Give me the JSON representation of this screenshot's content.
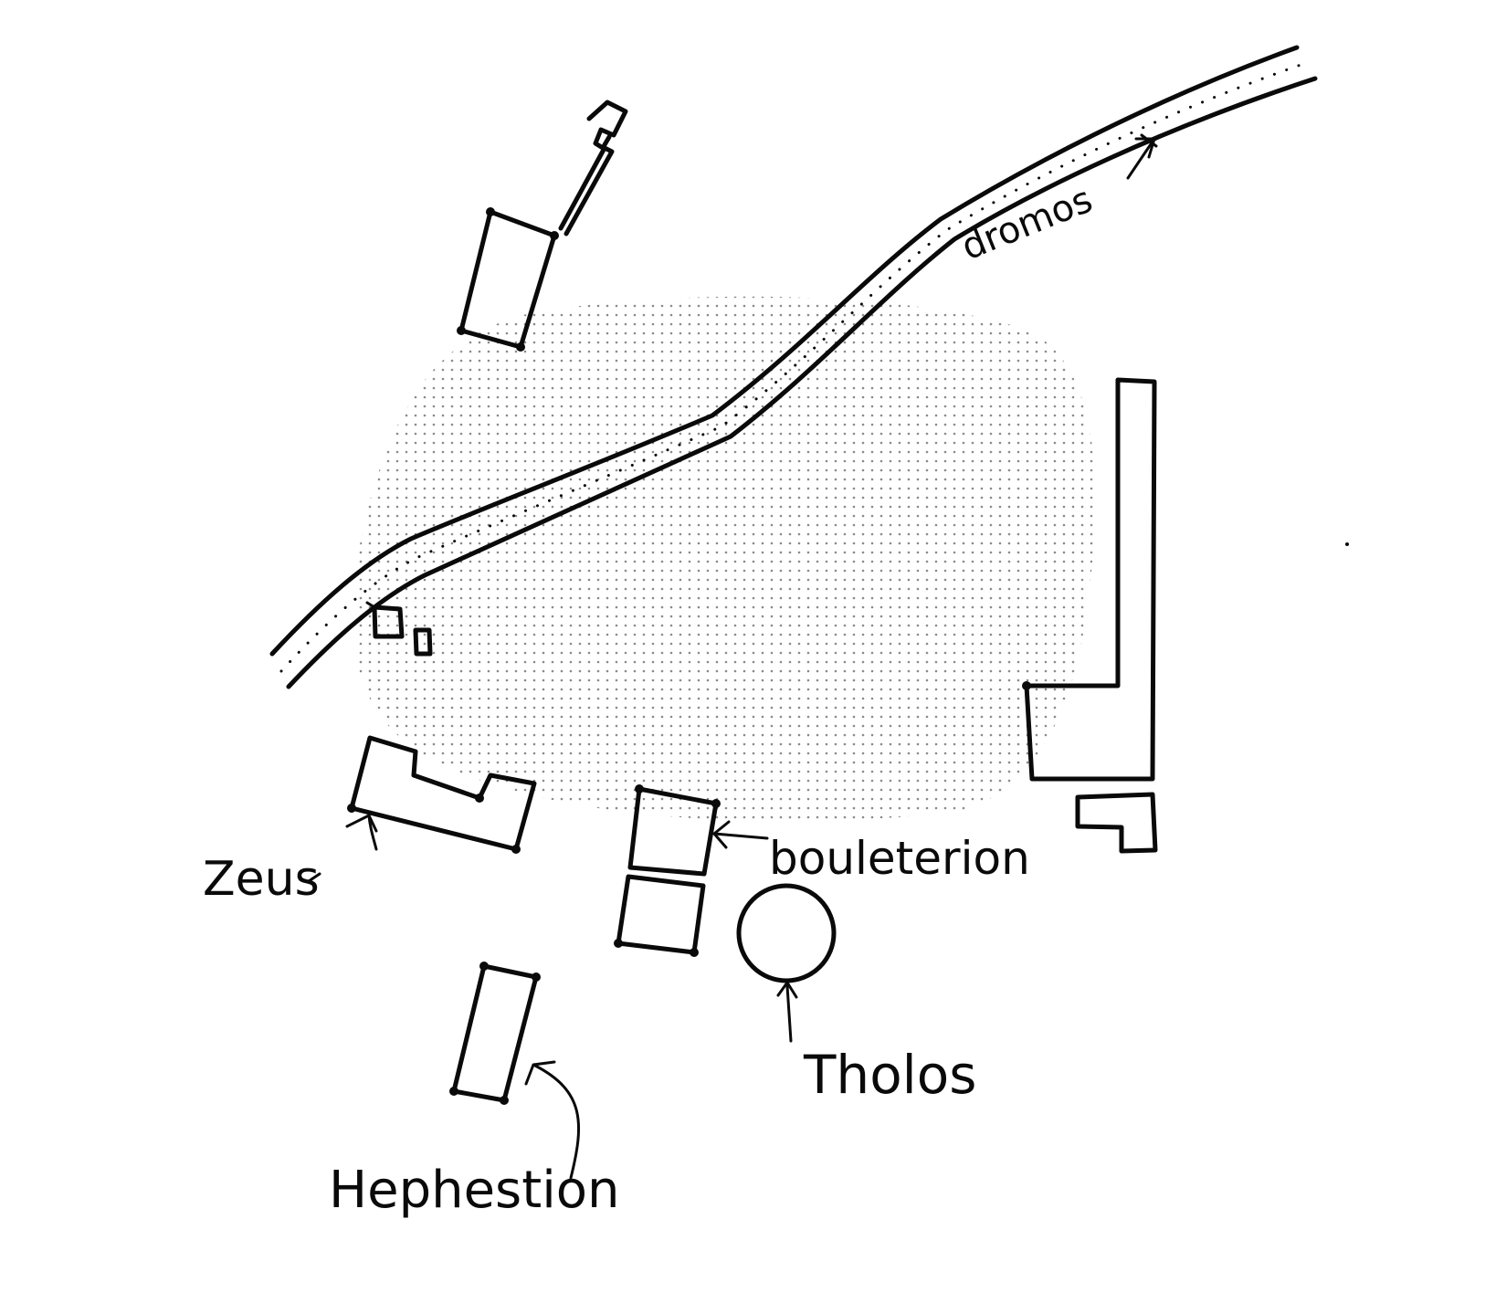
{
  "map": {
    "labels": {
      "dromos": "dromos",
      "zeus": "Zeus",
      "bouleterion": "bouleterion",
      "tholos": "Tholos",
      "hephestion": "Hephestion"
    },
    "colors": {
      "ink": "#0a0a0a",
      "stipple": "#9a9a9a",
      "paper": "#ffffff"
    },
    "features": {
      "open_area": "stippled-agora",
      "road": "road-with-dotted-surface"
    }
  }
}
